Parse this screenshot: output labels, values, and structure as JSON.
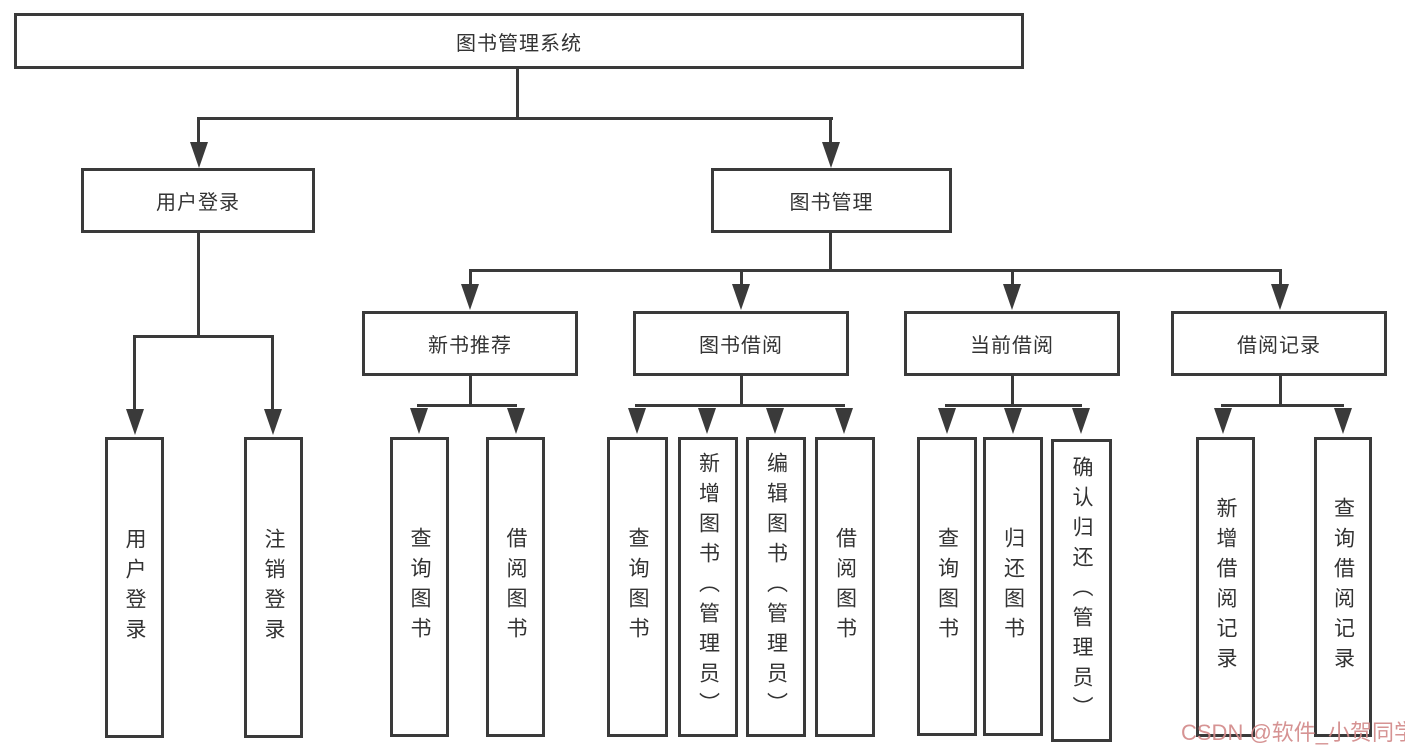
{
  "tree": {
    "root": {
      "label": "图书管理系统",
      "children": [
        {
          "label": "用户登录",
          "children": [
            {
              "label": "用户登录"
            },
            {
              "label": "注销登录"
            }
          ]
        },
        {
          "label": "图书管理",
          "children": [
            {
              "label": "新书推荐",
              "children": [
                {
                  "label": "查询图书"
                },
                {
                  "label": "借阅图书"
                }
              ]
            },
            {
              "label": "图书借阅",
              "children": [
                {
                  "label": "查询图书"
                },
                {
                  "label": "新增图书（管理员）"
                },
                {
                  "label": "编辑图书（管理员）"
                },
                {
                  "label": "借阅图书"
                }
              ]
            },
            {
              "label": "当前借阅",
              "children": [
                {
                  "label": "查询图书"
                },
                {
                  "label": "归还图书"
                },
                {
                  "label": "确认归还（管理员）"
                }
              ]
            },
            {
              "label": "借阅记录",
              "children": [
                {
                  "label": "新增借阅记录"
                },
                {
                  "label": "查询借阅记录"
                }
              ]
            }
          ]
        }
      ]
    }
  },
  "watermark": {
    "text": "CSDN @软件_小贺同学",
    "color": "#d38a8a"
  },
  "colors": {
    "line": "#3a3a3a",
    "node_border": "#3a3a3a",
    "node_text": "#333333",
    "background": "#ffffff"
  }
}
